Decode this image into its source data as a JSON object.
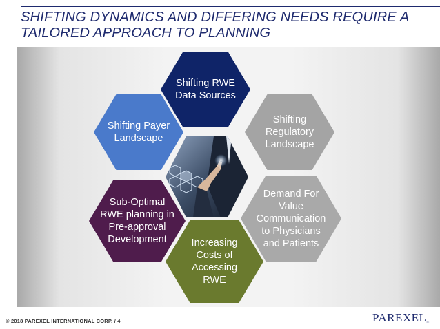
{
  "slide": {
    "title": "SHIFTING DYNAMICS AND DIFFERING NEEDS REQUIRE A TAILORED APPROACH TO PLANNING"
  },
  "hexagons": [
    {
      "label": "Shifting RWE\nData Sources",
      "color": "#0f2468"
    },
    {
      "label": "Shifting Payer\nLandscape",
      "color": "#4a7acb"
    },
    {
      "label": "Shifting\nRegulatory\nLandscape",
      "color": "#a4a4a4"
    },
    {
      "label": "Sub-Optimal\nRWE planning in\nPre-approval\nDevelopment",
      "color": "#4f1c4c"
    },
    {
      "label": "Demand For\nValue\nCommunication\nto Physicians\nand Patients",
      "color": "#a9a9a9"
    },
    {
      "label": "Increasing\nCosts of\nAccessing\nRWE",
      "color": "#6a7a2e"
    }
  ],
  "center_image": {
    "description_icon": "business-hand-touch-image"
  },
  "footer": {
    "copyright": "© 2018 PAREXEL INTERNATIONAL CORP.   /   4",
    "logo": "PAREXEL"
  }
}
